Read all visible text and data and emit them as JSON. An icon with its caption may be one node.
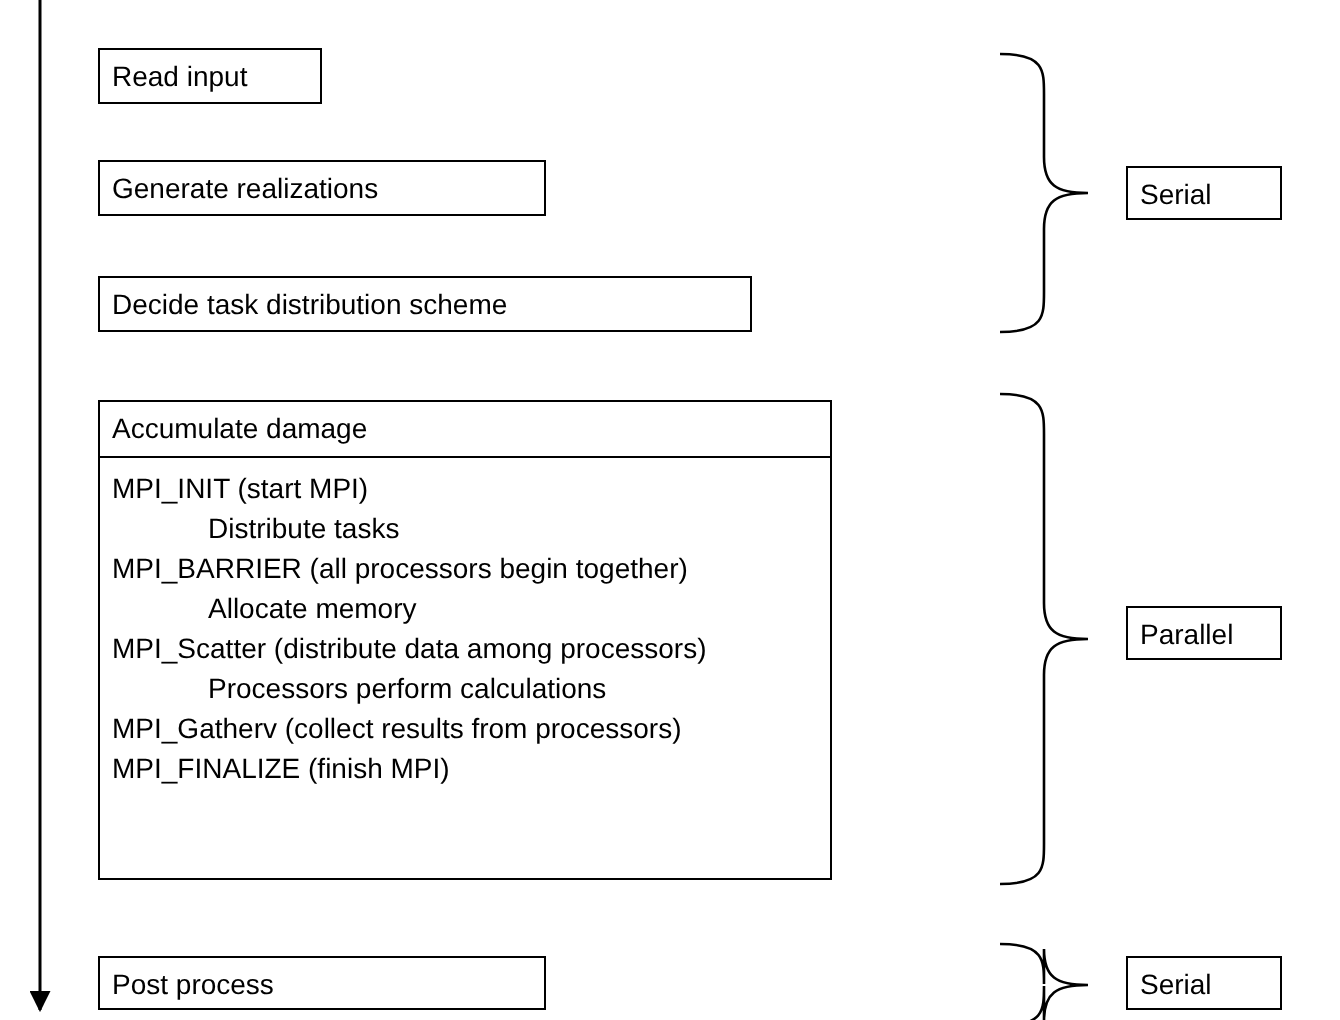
{
  "diagram": {
    "nodes": [
      {
        "text": [
          "Read input"
        ]
      },
      {
        "text": [
          "Generate realizations"
        ]
      },
      {
        "text": [
          "Decide task distribution scheme"
        ]
      },
      {
        "text": [
          "Accumulate damage",
          "MPI_INIT (start MPI)",
          "Distribute tasks",
          "MPI_BARRIER (all processors begin together)",
          "Allocate memory",
          "MPI_Scatter (distribute data among processors)",
          "Processors perform calculations",
          "MPI_Gatherv (collect results from processors)",
          "MPI_FINALIZE (finish MPI)"
        ]
      },
      {
        "text": [
          "Post process"
        ]
      },
      {
        "text": [
          "Serial"
        ]
      },
      {
        "text": [
          "Parallel"
        ]
      },
      {
        "text": [
          "Serial"
        ]
      }
    ]
  }
}
